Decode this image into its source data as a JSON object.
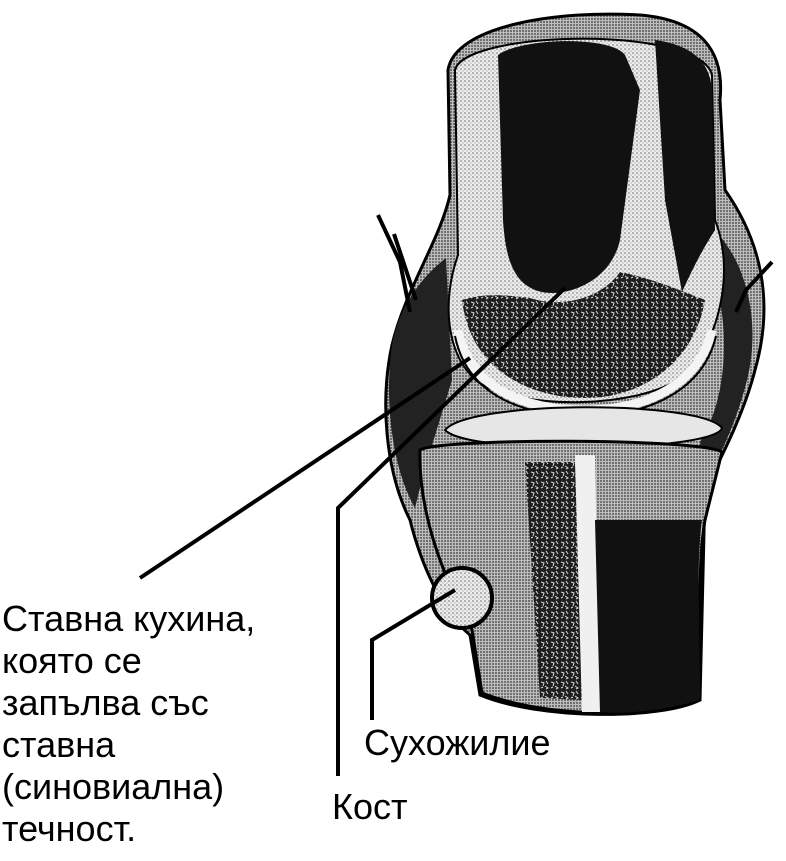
{
  "diagram": {
    "labels": {
      "cavity": {
        "lines": [
          "Ставна кухина,",
          "която се",
          "запълва със",
          "ставна",
          "(синовиална)",
          "течност."
        ]
      },
      "tendon": "Сухожилие",
      "bone": "Кост"
    },
    "colors": {
      "ink": "#000000",
      "paper": "#ffffff"
    }
  }
}
